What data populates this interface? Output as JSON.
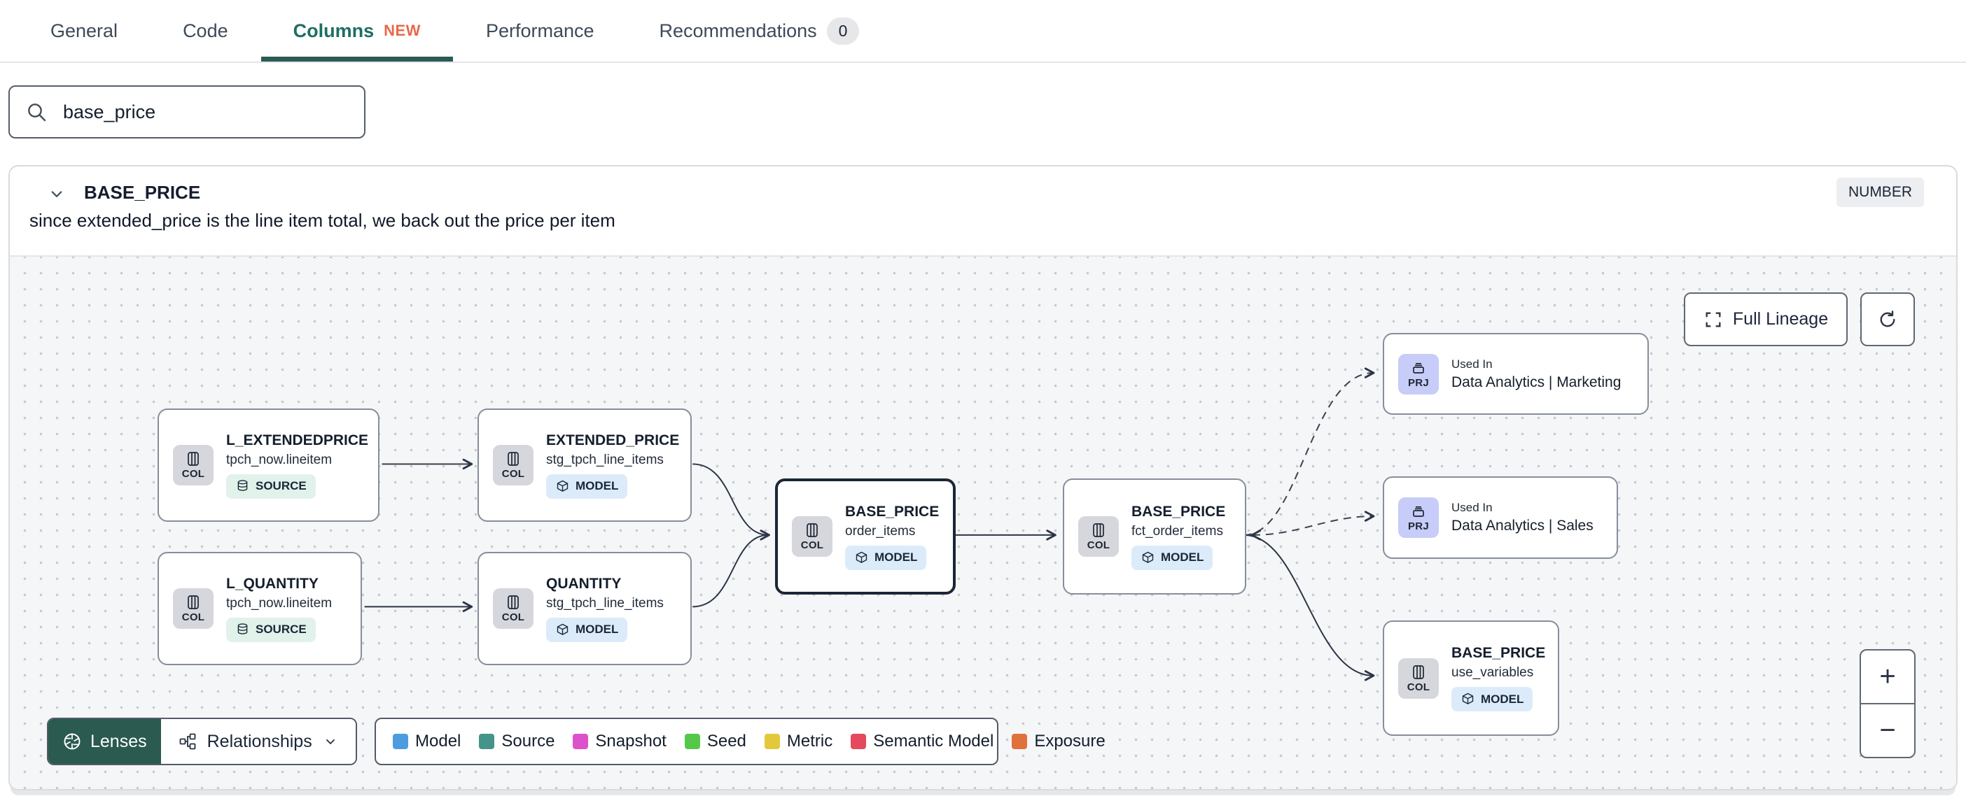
{
  "tabs": {
    "items": [
      {
        "label": "General"
      },
      {
        "label": "Code"
      },
      {
        "label": "Columns",
        "badge": "NEW"
      },
      {
        "label": "Performance"
      },
      {
        "label": "Recommendations",
        "count": "0"
      }
    ]
  },
  "search": {
    "value": "base_price"
  },
  "column": {
    "name": "BASE_PRICE",
    "type": "NUMBER",
    "description": "since extended_price is the line item total, we back out the price per item"
  },
  "lineage": {
    "full_lineage_label": "Full Lineage",
    "zoom_in": "+",
    "zoom_out": "−",
    "nodes": {
      "l_extendedprice": {
        "title": "L_EXTENDEDPRICE",
        "subtitle": "tpch_now.lineitem",
        "kind": "COL",
        "badge": "SOURCE"
      },
      "extended_price": {
        "title": "EXTENDED_PRICE",
        "subtitle": "stg_tpch_line_items",
        "kind": "COL",
        "badge": "MODEL"
      },
      "l_quantity": {
        "title": "L_QUANTITY",
        "subtitle": "tpch_now.lineitem",
        "kind": "COL",
        "badge": "SOURCE"
      },
      "quantity": {
        "title": "QUANTITY",
        "subtitle": "stg_tpch_line_items",
        "kind": "COL",
        "badge": "MODEL"
      },
      "base_price_order_items": {
        "title": "BASE_PRICE",
        "subtitle": "order_items",
        "kind": "COL",
        "badge": "MODEL"
      },
      "base_price_fct_order_items": {
        "title": "BASE_PRICE",
        "subtitle": "fct_order_items",
        "kind": "COL",
        "badge": "MODEL"
      },
      "used_in_marketing": {
        "eyebrow": "Used In",
        "title": "Data Analytics | Marketing",
        "kind": "PRJ"
      },
      "used_in_sales": {
        "eyebrow": "Used In",
        "title": "Data Analytics | Sales",
        "kind": "PRJ"
      },
      "base_price_use_variables": {
        "title": "BASE_PRICE",
        "subtitle": "use_variables",
        "kind": "COL",
        "badge": "MODEL"
      }
    }
  },
  "footer": {
    "lenses_label": "Lenses",
    "relationships_label": "Relationships",
    "legend": [
      {
        "label": "Model",
        "color": "#4e9ce0"
      },
      {
        "label": "Source",
        "color": "#45948a"
      },
      {
        "label": "Snapshot",
        "color": "#dd51cc"
      },
      {
        "label": "Seed",
        "color": "#55c84a"
      },
      {
        "label": "Metric",
        "color": "#e3c83c"
      },
      {
        "label": "Semantic Model",
        "color": "#e4495e"
      },
      {
        "label": "Exposure",
        "color": "#df713c"
      }
    ]
  }
}
